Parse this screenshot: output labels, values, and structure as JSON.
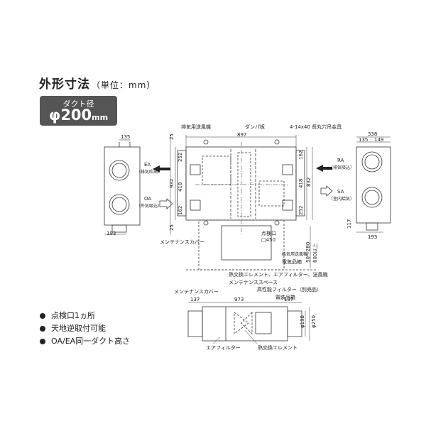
{
  "title": "外形寸法",
  "unit": "（単位：mm）",
  "badge": {
    "label": "ダクト径",
    "value": "φ200",
    "suffix": "mm"
  },
  "bullets": [
    "点検口1ヵ所",
    "天地逆取付可能",
    "OA/EA同一ダクト高さ"
  ],
  "labels": {
    "fan_exhaust": "排気用送風機",
    "damper": "ダンパ板",
    "hanger": "4-14x40 長丸穴吊金具",
    "ea": "EA",
    "ea_sub": "（排気吹出）",
    "oa": "OA",
    "oa_sub": "（外気吸込）",
    "ra": "RA",
    "ra_sub": "（排気吸込）",
    "sa": "SA",
    "sa_sub": "（室内給気）",
    "insp": "点検口",
    "insp_size": "□450",
    "fan_supply": "給気用送風機",
    "electric": "電気品箱",
    "maint_cover": "メンテナンスカバー",
    "maint_space_1": "熱交換エレメント、エアフィルター、送風機",
    "maint_space_2": "メンテナンススペース",
    "maint_cover_2": "メンテナンスカバー",
    "hepa": "高性能フィルター（別売品）",
    "electric_2": "電装品箱",
    "air_filter": "エアフィルター",
    "hx_element": "熱交換エレメント",
    "space_600": "600以上",
    "space_50": "50〜280"
  },
  "dims": {
    "d135_left": "135",
    "d193_left": "193",
    "d897": "897",
    "d252_a": "252",
    "d418_a": "418",
    "d162_a": "162",
    "d932": "932",
    "d25_top": "25",
    "d25_bot": "25",
    "d162_b": "162",
    "d418_b": "418",
    "d252_b": "252",
    "d832": "832",
    "d338": "338",
    "d135_r": "135",
    "d149": "149",
    "d117": "117",
    "d193_r": "193",
    "d137_a": "137",
    "d973": "973",
    "d137_b": "137",
    "d198": "φ198",
    "d250": "φ250"
  }
}
